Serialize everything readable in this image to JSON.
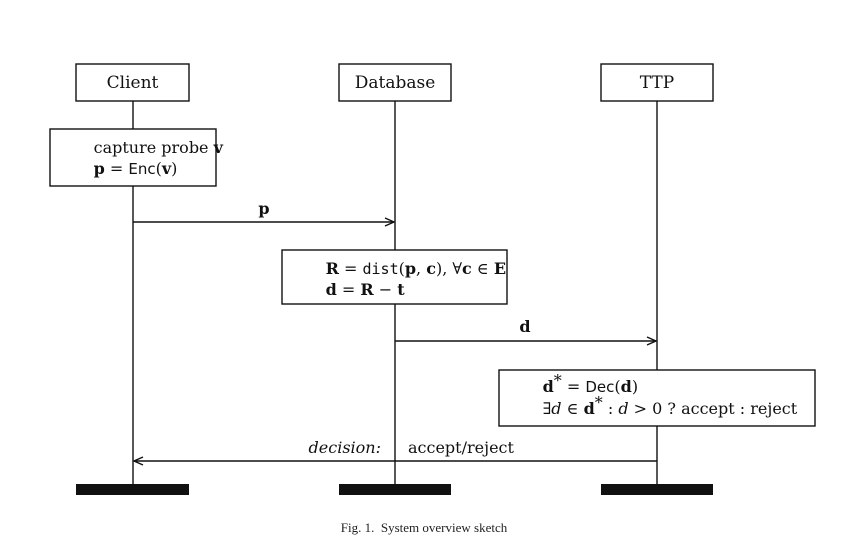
{
  "actors": {
    "client": {
      "label": "Client"
    },
    "database": {
      "label": "Database"
    },
    "ttp": {
      "label": "TTP"
    }
  },
  "client_box": {
    "line1_text": "capture probe ",
    "line1_var": "v",
    "line2_lhs": "p",
    "line2_eq": " = ",
    "line2_func": "Enc",
    "line2_open": "(",
    "line2_arg": "v",
    "line2_close": ")"
  },
  "database_box": {
    "line1_lhs": "R",
    "line1_eq": " = ",
    "line1_func": "dist",
    "line1_args_open": "(",
    "line1_arg1": "p",
    "line1_comma": ", ",
    "line1_arg2": "c",
    "line1_args_close": "), ∀",
    "line1_var": "c",
    "line1_in": " ∈ ",
    "line1_set": "E",
    "line2_lhs": "d",
    "line2_eq": " = ",
    "line2_a": "R",
    "line2_minus": " − ",
    "line2_b": "t"
  },
  "ttp_box": {
    "line1_lhs": "d",
    "line1_sup": "*",
    "line1_eq": " = ",
    "line1_func": "Dec",
    "line1_open": "(",
    "line1_arg": "d",
    "line1_close": ")",
    "line2_exists": "∃",
    "line2_var": "d",
    "line2_in": " ∈ ",
    "line2_set": "d",
    "line2_sup": "*",
    "line2_colon": " : ",
    "line2_var2": "d",
    "line2_cond": " > 0 ? accept : reject"
  },
  "messages": {
    "client_to_database": "p",
    "database_to_ttp": "d",
    "ttp_to_client_italic": "decision:",
    "ttp_to_client_text": "accept/reject"
  },
  "caption": "Fig. 1.  System overview sketch"
}
